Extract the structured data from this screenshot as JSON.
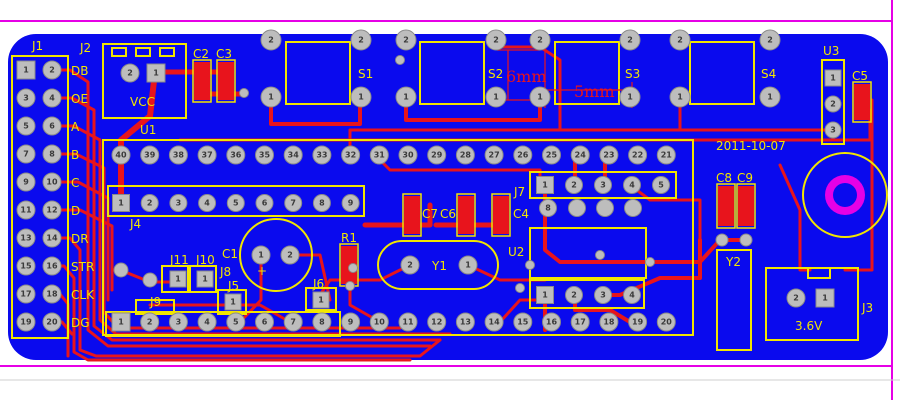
{
  "board": {
    "date_label": "2011-10-07",
    "battery_label": "3.6V",
    "vcc_label": "VCC",
    "plus_label": "+"
  },
  "dimensions": {
    "vertical": "6mm",
    "horizontal": "5mm"
  },
  "designators": {
    "J1": "J1",
    "J2": "J2",
    "J3": "J3",
    "J4": "J4",
    "J5": "J5",
    "J6": "J6",
    "J7": "J7",
    "J8": "J8",
    "J9": "J9",
    "J10": "J10",
    "J11": "J11",
    "U1": "U1",
    "U2": "U2",
    "U3": "U3",
    "C1": "C1",
    "C2": "C2",
    "C3": "C3",
    "C4": "C4",
    "C5": "C5",
    "C6": "C6",
    "C7": "C7",
    "C8": "C8",
    "C9": "C9",
    "R1": "R1",
    "Y1": "Y1",
    "Y2": "Y2",
    "S1": "S1",
    "S2": "S2",
    "S3": "S3",
    "S4": "S4"
  },
  "j1_signals": [
    "DB",
    "OE",
    "A",
    "B",
    "C",
    "D",
    "DR",
    "STR",
    "CLK",
    "DG"
  ],
  "colors": {
    "board": "#0a0aee",
    "copper": "#e8141c",
    "silkscreen": "#f2e600",
    "pad": "#bdbdbd",
    "outline": "#e600e6",
    "background": "#ffffff"
  }
}
